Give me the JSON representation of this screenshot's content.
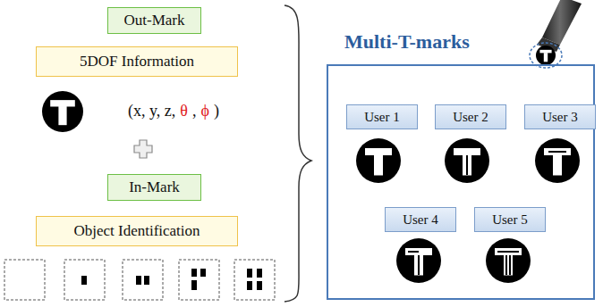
{
  "diagram": {
    "nodes": [
      {
        "text": [
          "Out-Mark"
        ]
      },
      {
        "text": [
          "5DOF Information"
        ]
      },
      {
        "text": [
          "In-Mark"
        ]
      },
      {
        "text": [
          "Object Identification"
        ]
      },
      {
        "text": [
          "Multi-T-marks"
        ]
      },
      {
        "text": [
          "User 1"
        ],
        "in": 4
      },
      {
        "text": [
          "User 2"
        ],
        "in": 4
      },
      {
        "text": [
          "User 3"
        ],
        "in": 4
      },
      {
        "text": [
          "User 4"
        ],
        "in": 4
      },
      {
        "text": [
          "User 5"
        ],
        "in": 4
      }
    ],
    "labels": [
      "(x, y, z,",
      "θ",
      ",",
      "ϕ",
      ")"
    ]
  }
}
